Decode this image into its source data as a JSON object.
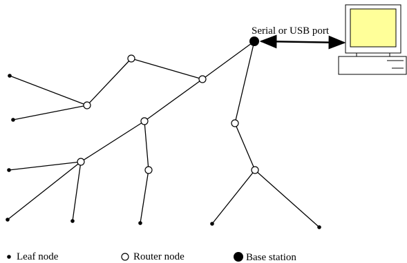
{
  "labels": {
    "port": "Serial or USB port",
    "legend_leaf": "Leaf node",
    "legend_router": "Router node",
    "legend_base": "Base station"
  },
  "colors": {
    "line": "#000000",
    "monitor": "#ffff99",
    "node_fill": "#ffffff"
  }
}
